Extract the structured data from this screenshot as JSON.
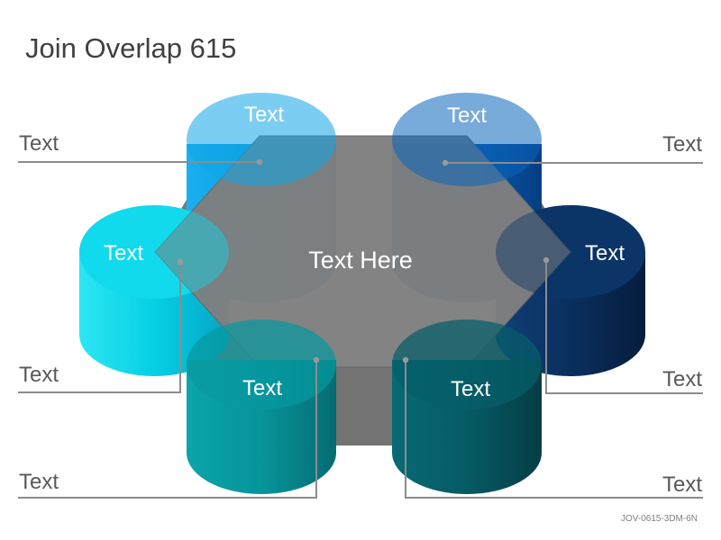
{
  "title": "Join Overlap 615",
  "footer_code": "JOV-0615-3DM-6N",
  "center_label": "Text Here",
  "cylinders": [
    {
      "label": "Text",
      "color": "#0ea5e6"
    },
    {
      "label": "Text",
      "color": "#0a64bc"
    },
    {
      "label": "Text",
      "color": "#08d8ea"
    },
    {
      "label": "Text",
      "color": "#0c3566"
    },
    {
      "label": "Text",
      "color": "#07999f"
    },
    {
      "label": "Text",
      "color": "#065e6a"
    }
  ],
  "callouts": [
    {
      "label": "Text"
    },
    {
      "label": "Text"
    },
    {
      "label": "Text"
    },
    {
      "label": "Text"
    },
    {
      "label": "Text"
    },
    {
      "label": "Text"
    }
  ]
}
